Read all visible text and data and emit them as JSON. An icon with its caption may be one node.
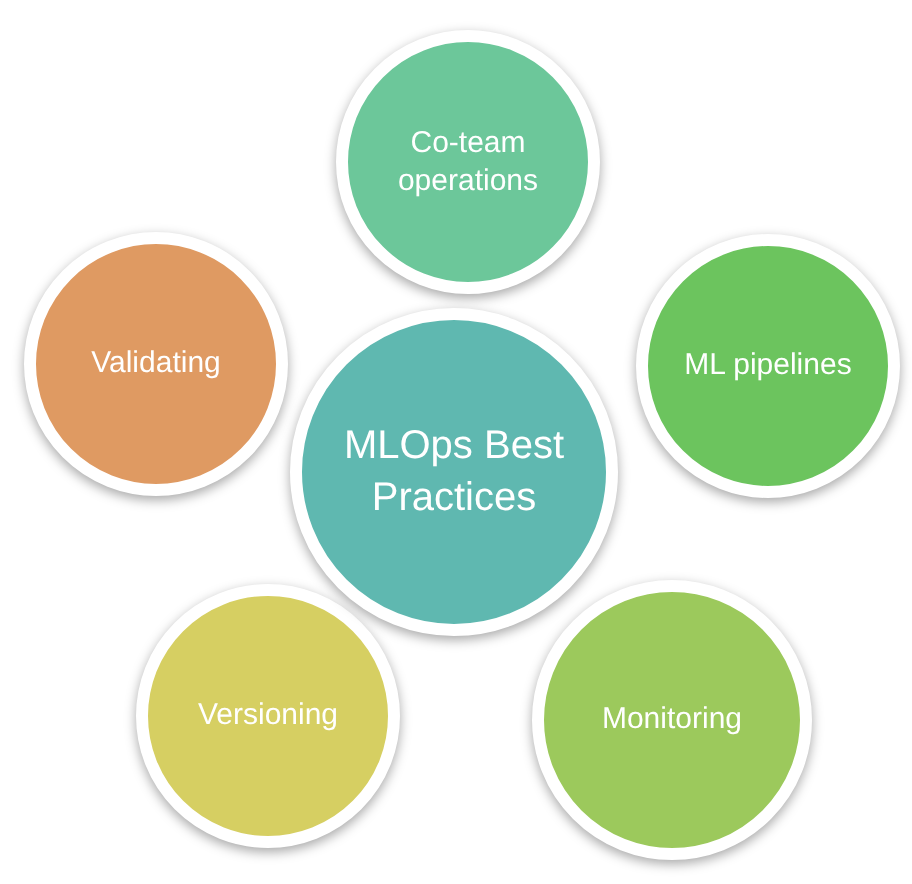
{
  "diagram": {
    "nodes": [
      {
        "text": [
          "Co-team operations"
        ]
      },
      {
        "text": [
          "Validating"
        ]
      },
      {
        "text": [
          "MLOps Best Practices"
        ]
      },
      {
        "text": [
          "ML pipelines"
        ]
      },
      {
        "text": [
          "Versioning"
        ]
      },
      {
        "text": [
          "Monitoring"
        ]
      }
    ]
  }
}
